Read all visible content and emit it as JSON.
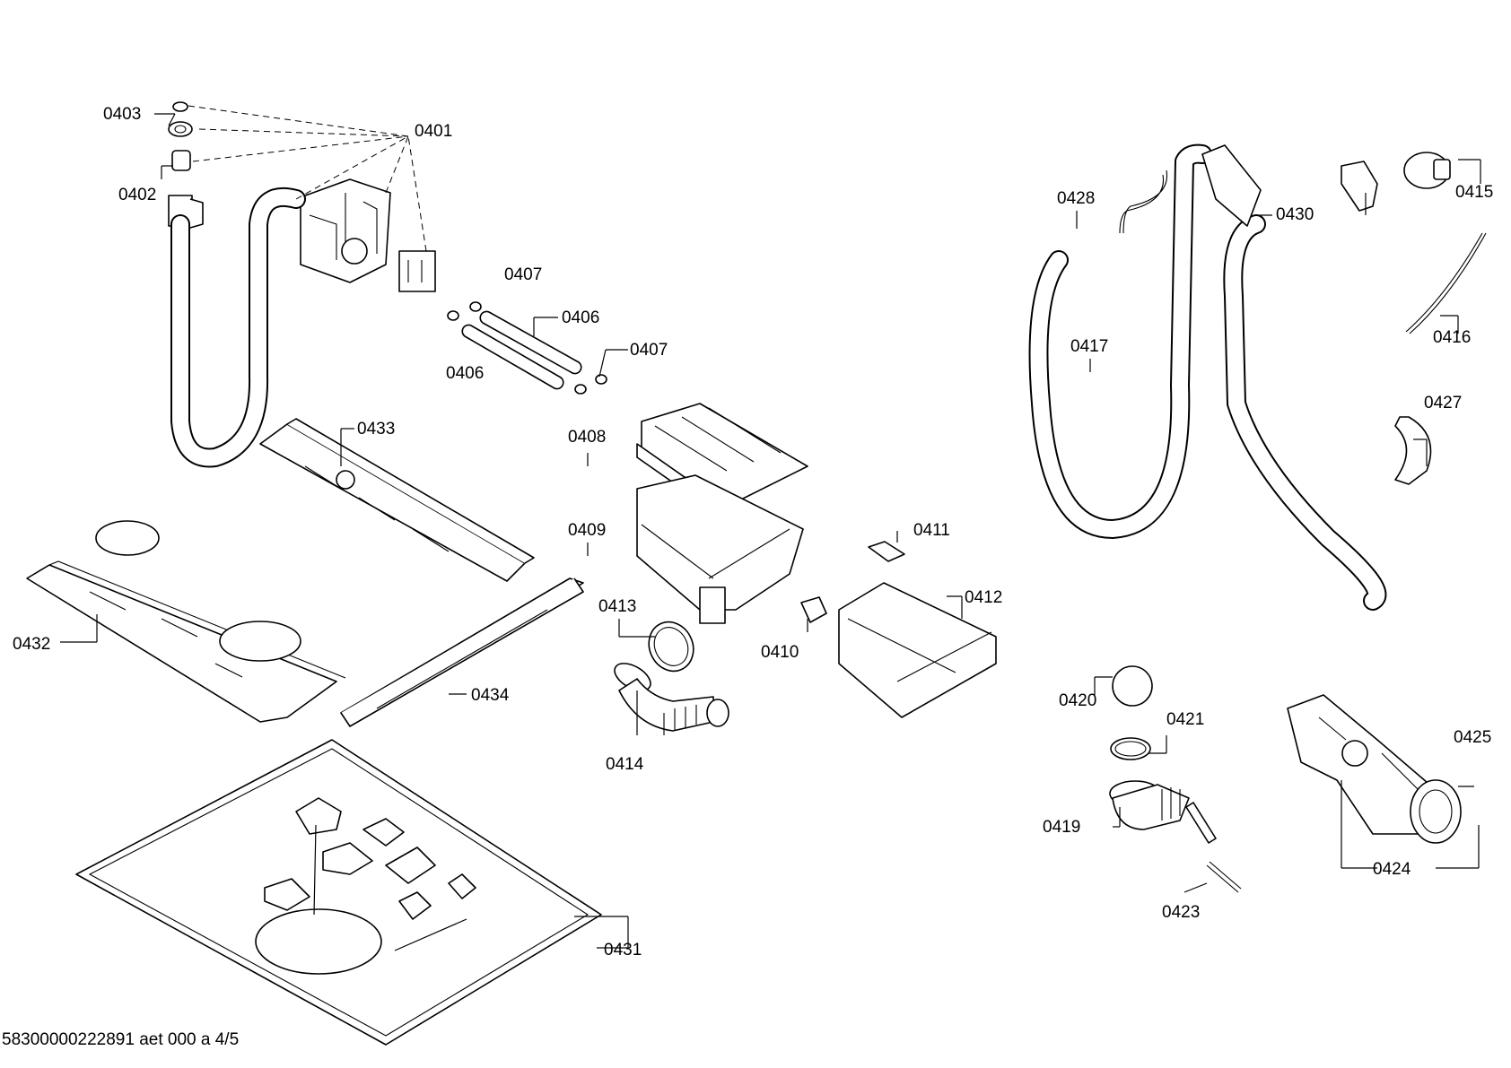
{
  "labels": {
    "p0401": "0401",
    "p0402": "0402",
    "p0403": "0403",
    "p0406a": "0406",
    "p0406b": "0406",
    "p0407a": "0407",
    "p0407b": "0407",
    "p0408": "0408",
    "p0409": "0409",
    "p0410": "0410",
    "p0411": "0411",
    "p0412": "0412",
    "p0413": "0413",
    "p0414": "0414",
    "p0415": "0415",
    "p0416": "0416",
    "p0417": "0417",
    "p0419": "0419",
    "p0420": "0420",
    "p0421": "0421",
    "p0423": "0423",
    "p0424": "0424",
    "p0425": "0425",
    "p0427": "0427",
    "p0428": "0428",
    "p0430": "0430",
    "p0431": "0431",
    "p0432": "0432",
    "p0433": "0433",
    "p0434": "0434"
  },
  "reference": "58300000222891 aet 000 a 4/5"
}
